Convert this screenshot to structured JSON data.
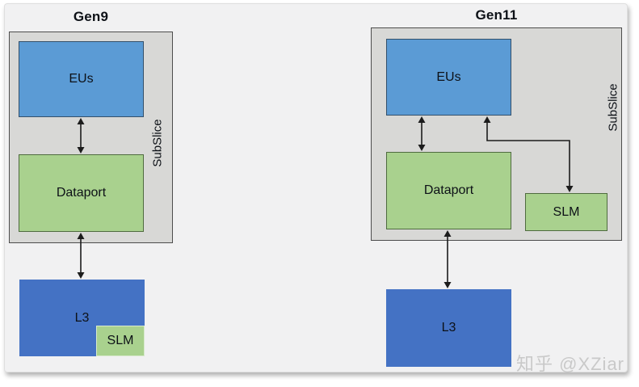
{
  "watermark": "知乎 @XZiar",
  "colors": {
    "card_bg": "#ffffff",
    "panel_bg": "#f1f1f2",
    "subslice_fill": "#d8d8d6",
    "box_border": "#4d4d4d",
    "eus_fill": "#5b9bd5",
    "green_fill": "#a9d18e",
    "l3_fill": "#4472c4",
    "arrow": "#1c1c1c",
    "text": "#0d1117",
    "watermark_color": "#c9c9c9"
  },
  "gen9": {
    "title": "Gen9",
    "subslice_label": "SubSlice",
    "blocks": {
      "eus": "EUs",
      "dataport": "Dataport",
      "l3": "L3",
      "slm": "SLM"
    }
  },
  "gen11": {
    "title": "Gen11",
    "subslice_label": "SubSlice",
    "blocks": {
      "eus": "EUs",
      "dataport": "Dataport",
      "l3": "L3",
      "slm": "SLM"
    }
  }
}
